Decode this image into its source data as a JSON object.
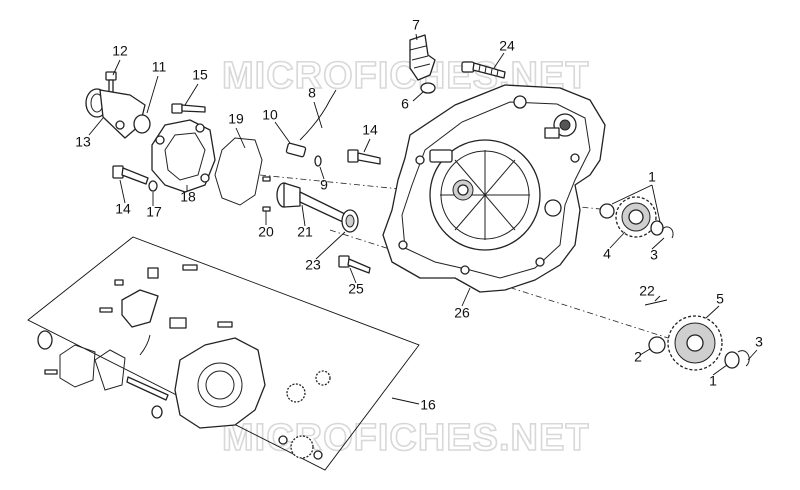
{
  "watermarks": [
    "MICROFICHES.NET",
    "MICROFICHES.NET"
  ],
  "callouts": [
    "1",
    "1",
    "2",
    "3",
    "3",
    "4",
    "5",
    "6",
    "7",
    "8",
    "9",
    "10",
    "11",
    "12",
    "13",
    "14",
    "14",
    "15",
    "16",
    "17",
    "18",
    "19",
    "20",
    "21",
    "22",
    "23",
    "24",
    "25",
    "26"
  ]
}
